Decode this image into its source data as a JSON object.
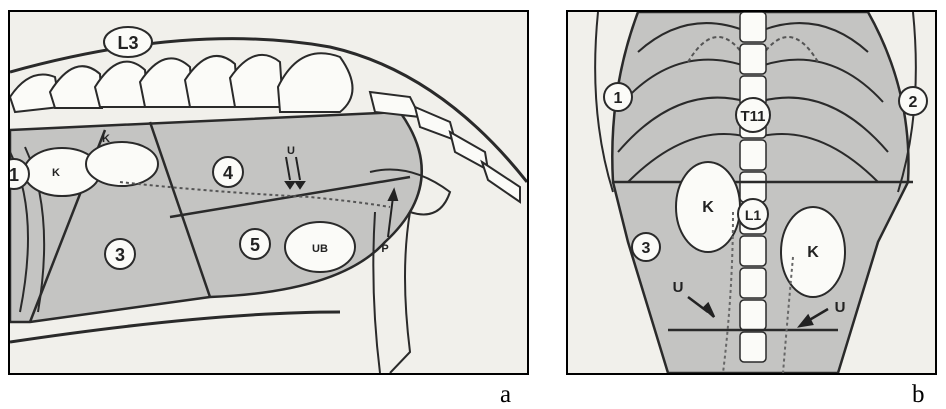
{
  "panel_a": {
    "caption": "a",
    "vertebra_label": "L3",
    "region_numbers": [
      "1",
      "3",
      "4",
      "5"
    ],
    "organ_labels": {
      "kidney_left": "K",
      "kidney_right": "K",
      "ureter": "U",
      "bladder": "UB",
      "prostate": "P"
    }
  },
  "panel_b": {
    "caption": "b",
    "vertebra_labels": [
      "T11",
      "L1"
    ],
    "region_numbers": [
      "1",
      "2",
      "3"
    ],
    "organ_labels": {
      "kidney_left": "K",
      "kidney_right": "K",
      "ureter_left": "U",
      "ureter_right": "U"
    }
  },
  "colors": {
    "background": "#f1f0eb",
    "shaded_region": "#c4c4c2",
    "outline": "#2a2a2a"
  }
}
